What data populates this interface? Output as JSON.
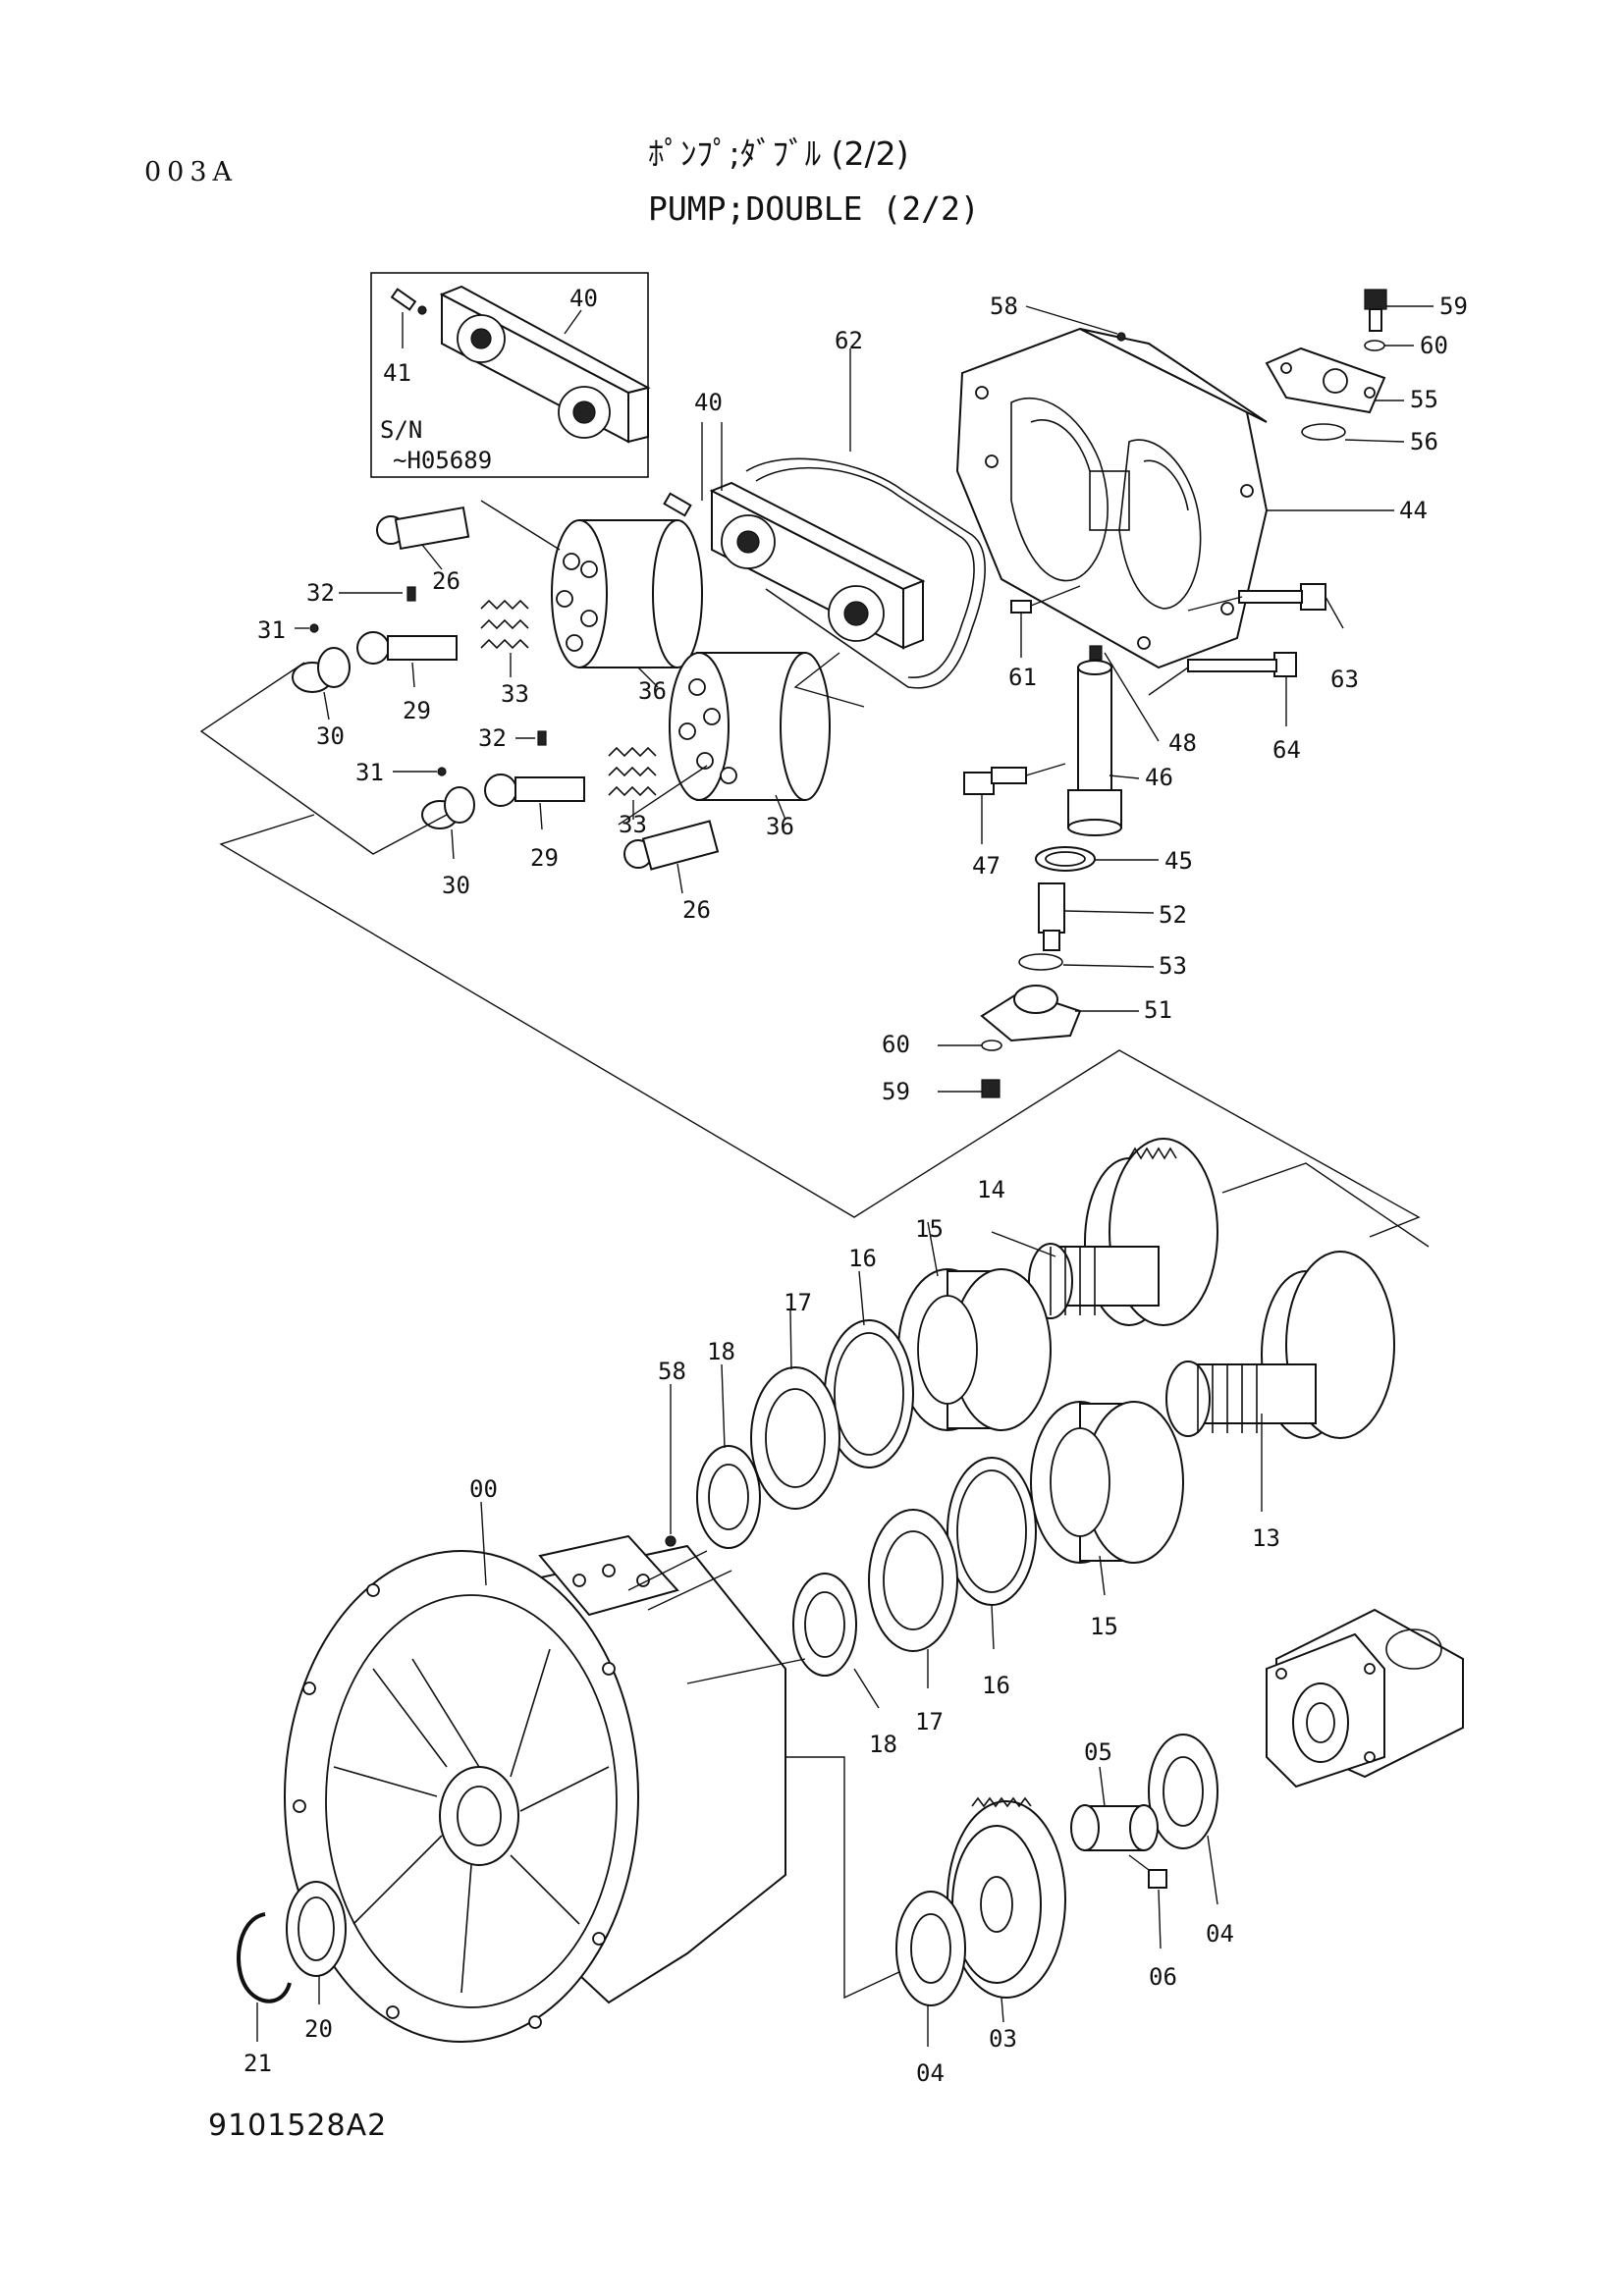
{
  "header": {
    "code": "003A",
    "title_jp": "ﾎﾟﾝﾌﾟ;ﾀﾞﾌﾞﾙ (2/2)",
    "title_en": "PUMP;DOUBLE (2/2)"
  },
  "inset": {
    "part_40": "40",
    "part_41": "41",
    "sn_label": "S/N",
    "sn_range": "~H05689"
  },
  "figure_number": "9101528A2",
  "callouts": {
    "c58a": "58",
    "c59a": "59",
    "c60a": "60",
    "c55": "55",
    "c56": "56",
    "c62": "62",
    "c40": "40",
    "c44": "44",
    "c26a": "26",
    "c32a": "32",
    "c31a": "31",
    "c33a": "33",
    "c29a": "29",
    "c30a": "30",
    "c36a": "36",
    "c61": "61",
    "c48": "48",
    "c63": "63",
    "c64": "64",
    "c32b": "32",
    "c31b": "31",
    "c33b": "33",
    "c29b": "29",
    "c30b": "30",
    "c36b": "36",
    "c26b": "26",
    "c46": "46",
    "c47": "47",
    "c45": "45",
    "c52": "52",
    "c53": "53",
    "c51": "51",
    "c60b": "60",
    "c59b": "59",
    "c14": "14",
    "c15a": "15",
    "c16a": "16",
    "c17a": "17",
    "c18a": "18",
    "c58b": "58",
    "c00": "00",
    "c13": "13",
    "c15b": "15",
    "c16b": "16",
    "c17b": "17",
    "c18b": "18",
    "c05": "05",
    "c04a": "04",
    "c06": "06",
    "c03": "03",
    "c04b": "04",
    "c20": "20",
    "c21": "21"
  }
}
